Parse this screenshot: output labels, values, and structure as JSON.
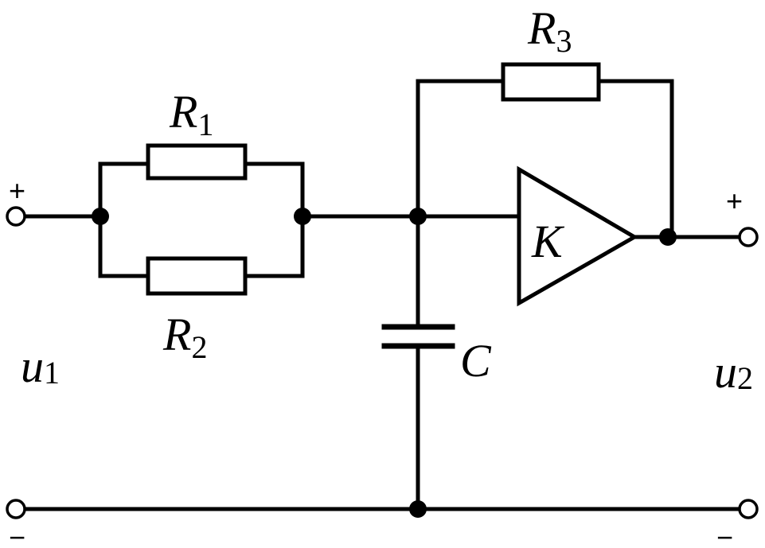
{
  "components": {
    "r1": {
      "symbol": "R",
      "sub": "1"
    },
    "r2": {
      "symbol": "R",
      "sub": "2"
    },
    "r3": {
      "symbol": "R",
      "sub": "3"
    },
    "c": {
      "symbol": "C"
    },
    "amp": {
      "symbol": "K"
    }
  },
  "ports": {
    "input": {
      "symbol": "u",
      "sub": "1",
      "plus": "+",
      "minus": "−"
    },
    "output": {
      "symbol": "u",
      "sub": "2",
      "plus": "+",
      "minus": "−"
    }
  }
}
